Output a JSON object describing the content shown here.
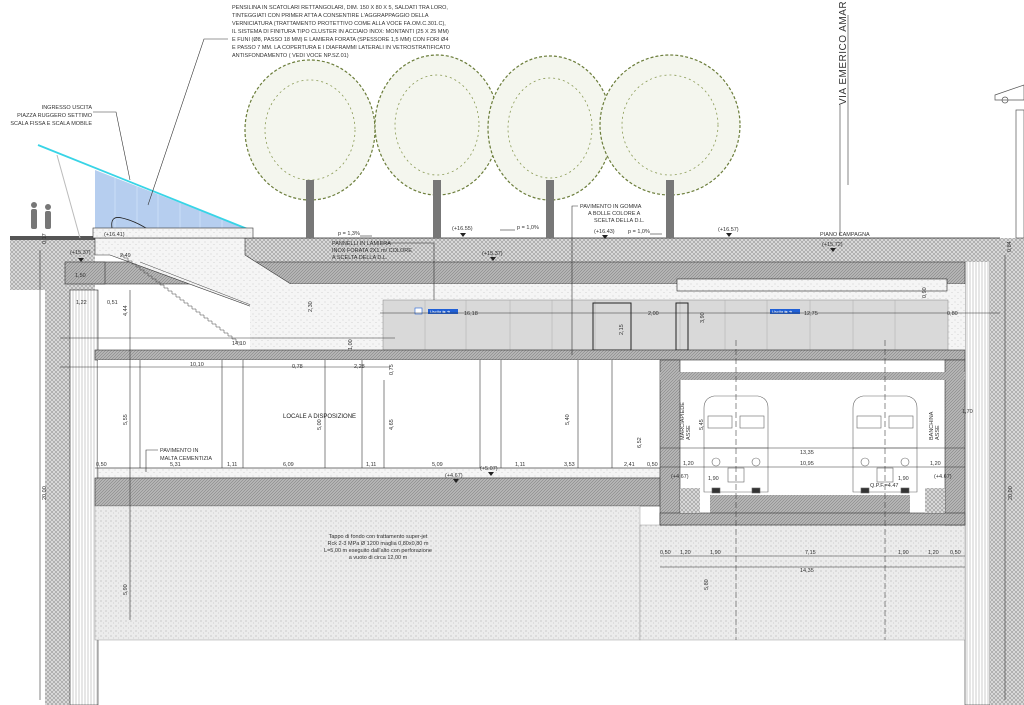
{
  "notes": {
    "canopy": [
      "PENSILINA IN SCATOLARI RETTANGOLARI, DIM. 150 X 80 X 5, SALDATI TRA LORO,",
      "TINTEGGIATI CON PRIMER ATTA A CONSENTIRE L'AGGRAPPAGGIO DELLA",
      "VERNICIATURA (TRATTAMENTO PROTETTIVO COME ALLA VOCE FA.OM.C.301.C),",
      "IL SISTEMA DI FINITURA TIPO CLUSTER IN ACCIAIO INOX: MONTANTI (25 X 25 MM)",
      "E FUNI (Ø8, PASSO 18 MM) E LAMIERA FORATA (SPESSORE 1,5 MM) CON FORI Ø4",
      "E PASSO 7 MM. LA COPERTURA E I DIAFRAMMI LATERALI IN VETROSTRATIFICATO",
      "ANTISFONDAMENTO ( VEDI VOCE NP.SZ.01)"
    ],
    "entrance": [
      "INGRESSO USCITA",
      "PIAZZA RUGGERO SETTIMO",
      "SCALA FISSA E SCALA MOBILE"
    ],
    "panels": [
      "PANNELLI IN LAMIERA",
      "INOX FORATA 2X1 m/ COLORE",
      "A SCELTA DELLA D.L."
    ],
    "rubber_floor": [
      "PAVIMENTO IN GOMMA",
      "A BOLLE COLORE A",
      "SCELTA DELLA D.L."
    ],
    "cement_floor": [
      "PAVIMENTO IN",
      "MALTA CEMENTIZIA"
    ],
    "room": "LOCALE A DISPOSIZIONE",
    "street": "VIA EMERICO AMARI",
    "ground": "PIANO CAMPAGNA",
    "pile_note": [
      "Tappo di fondo con trattamento super-jet",
      "Rck 2-3 MPa Ø 1200 maglia 0,80x0,80 m",
      "L=5,00 m eseguito dall'alto con perforazione",
      "a vuoto di circa 12,00 m"
    ],
    "track_left": [
      "MARCIAPIEDE",
      "ASSE"
    ],
    "track_right": [
      "BANCHINA",
      "ASSE"
    ]
  },
  "levels": {
    "canopy_top": "(+16.41)",
    "stair_landing": "(+15.37)",
    "ground_a": "(+16.55)",
    "slab_top": "(+15.37)",
    "ground_b": "(+16.43)",
    "ground_c": "(+16.57)",
    "roof_top": "(+15.72)",
    "lower_a": "(+4.67)",
    "lower_b": "(+5.07)",
    "track_left": "(+4.67)",
    "track_right": "(+4.67)",
    "track_rail": "Q.P.F.=4.47"
  },
  "slopes": [
    "p = 1,3%",
    "p = 1,0%",
    "p = 1,0%"
  ],
  "dims": {
    "d014": "0,17",
    "d_150": "1,50",
    "d_249": "2,49",
    "d_444": "4,44",
    "d_051": "0,51",
    "d_122": "1,22",
    "d_1410": "14,10",
    "d_1010": "10,10",
    "d_078": "0,78",
    "d_228": "2,28",
    "d_230": "2,30",
    "d_100": "1,00",
    "d_555": "5,55",
    "d_500": "5,00",
    "d_465": "4,65",
    "d_540": "5,40",
    "d_652": "6,52",
    "d_075": "0,75",
    "d_1618": "16,18",
    "d_200": "2,00",
    "d_1275": "12,75",
    "d_215": "2,15",
    "d_390": "3,90",
    "d_090": "0,90",
    "d_080": "0,80",
    "f_050": "0,50",
    "f_531": "5,31",
    "f_111a": "1,11",
    "f_609": "6,09",
    "f_111b": "1,11",
    "f_509": "5,09",
    "f_111c": "1,11",
    "f_353": "3,53",
    "f_241": "2,41",
    "f_050b": "0,50",
    "t_1335": "13,35",
    "t_1095": "10,95",
    "t_120a": "1,20",
    "t_190a": "1,90",
    "t_190b": "1,90",
    "t_120b": "1,20",
    "t_545": "5,45",
    "t_170": "1,70",
    "b_050": "0,50",
    "b_120": "1,20",
    "b_190": "1,90",
    "b_715": "7,15",
    "b_190b": "1,90",
    "b_120b": "1,20",
    "b_050b": "0,50",
    "b_1435": "14,35",
    "p_590": "5,90",
    "p_580": "5,80",
    "w_2000": "20,00",
    "w_2000b": "20,00",
    "r_084": "0,84"
  },
  "signs": [
    "Uscita ⇆ ➜",
    "Uscita ⇆ ➜"
  ],
  "colors": {
    "glass": "#a9c6ec",
    "canopy_edge": "#38d4e6",
    "sign": "#1f5fd6",
    "shop": "#d9d9d9"
  }
}
